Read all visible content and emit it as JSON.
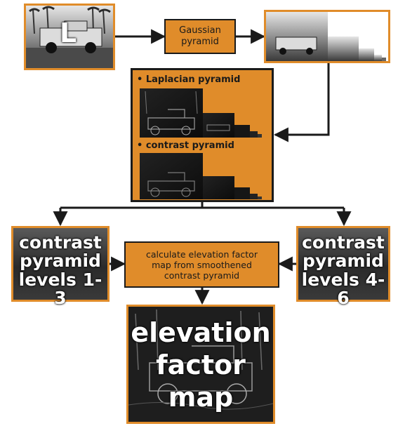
{
  "input_image": {
    "label": "L"
  },
  "gaussian_step": {
    "line1": "Gaussian",
    "line2": "pyramid"
  },
  "pyramids_panel": {
    "laplacian_label": "• Laplacian pyramid",
    "contrast_label": "• contrast pyramid"
  },
  "left_panel": {
    "line1": "contrast",
    "line2": "pyramid",
    "line3": "levels 1-3"
  },
  "right_panel": {
    "line1": "contrast",
    "line2": "pyramid",
    "line3": "levels 4-6"
  },
  "calc_step": {
    "line1": "calculate elevation factor",
    "line2": "map from smoothened",
    "line3": "contrast pyramid"
  },
  "output_image": {
    "line1": "elevation",
    "line2": "factor",
    "line3": "map"
  },
  "colors": {
    "accent": "#e08c2a",
    "line": "#1a1a1a"
  }
}
